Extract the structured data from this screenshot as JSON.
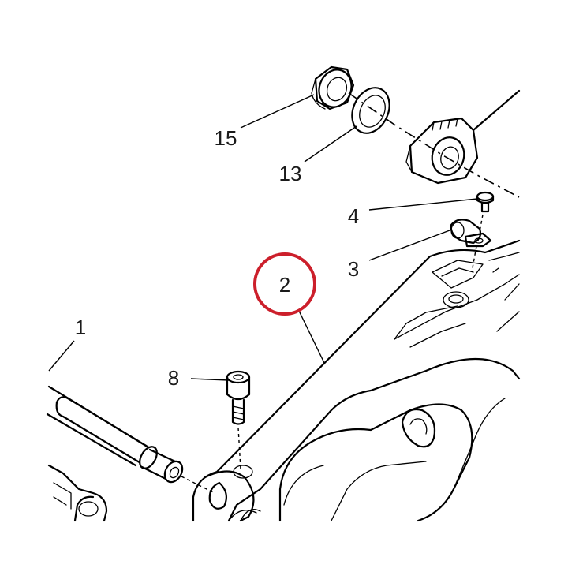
{
  "diagram": {
    "callouts": [
      {
        "id": "1",
        "label": "1"
      },
      {
        "id": "2",
        "label": "2"
      },
      {
        "id": "3",
        "label": "3"
      },
      {
        "id": "4",
        "label": "4"
      },
      {
        "id": "8",
        "label": "8"
      },
      {
        "id": "13",
        "label": "13"
      },
      {
        "id": "15",
        "label": "15"
      }
    ],
    "highlighted_callout": "2",
    "highlight_color": "#cc1f2b",
    "line_color": "#000000",
    "background": "#ffffff"
  }
}
